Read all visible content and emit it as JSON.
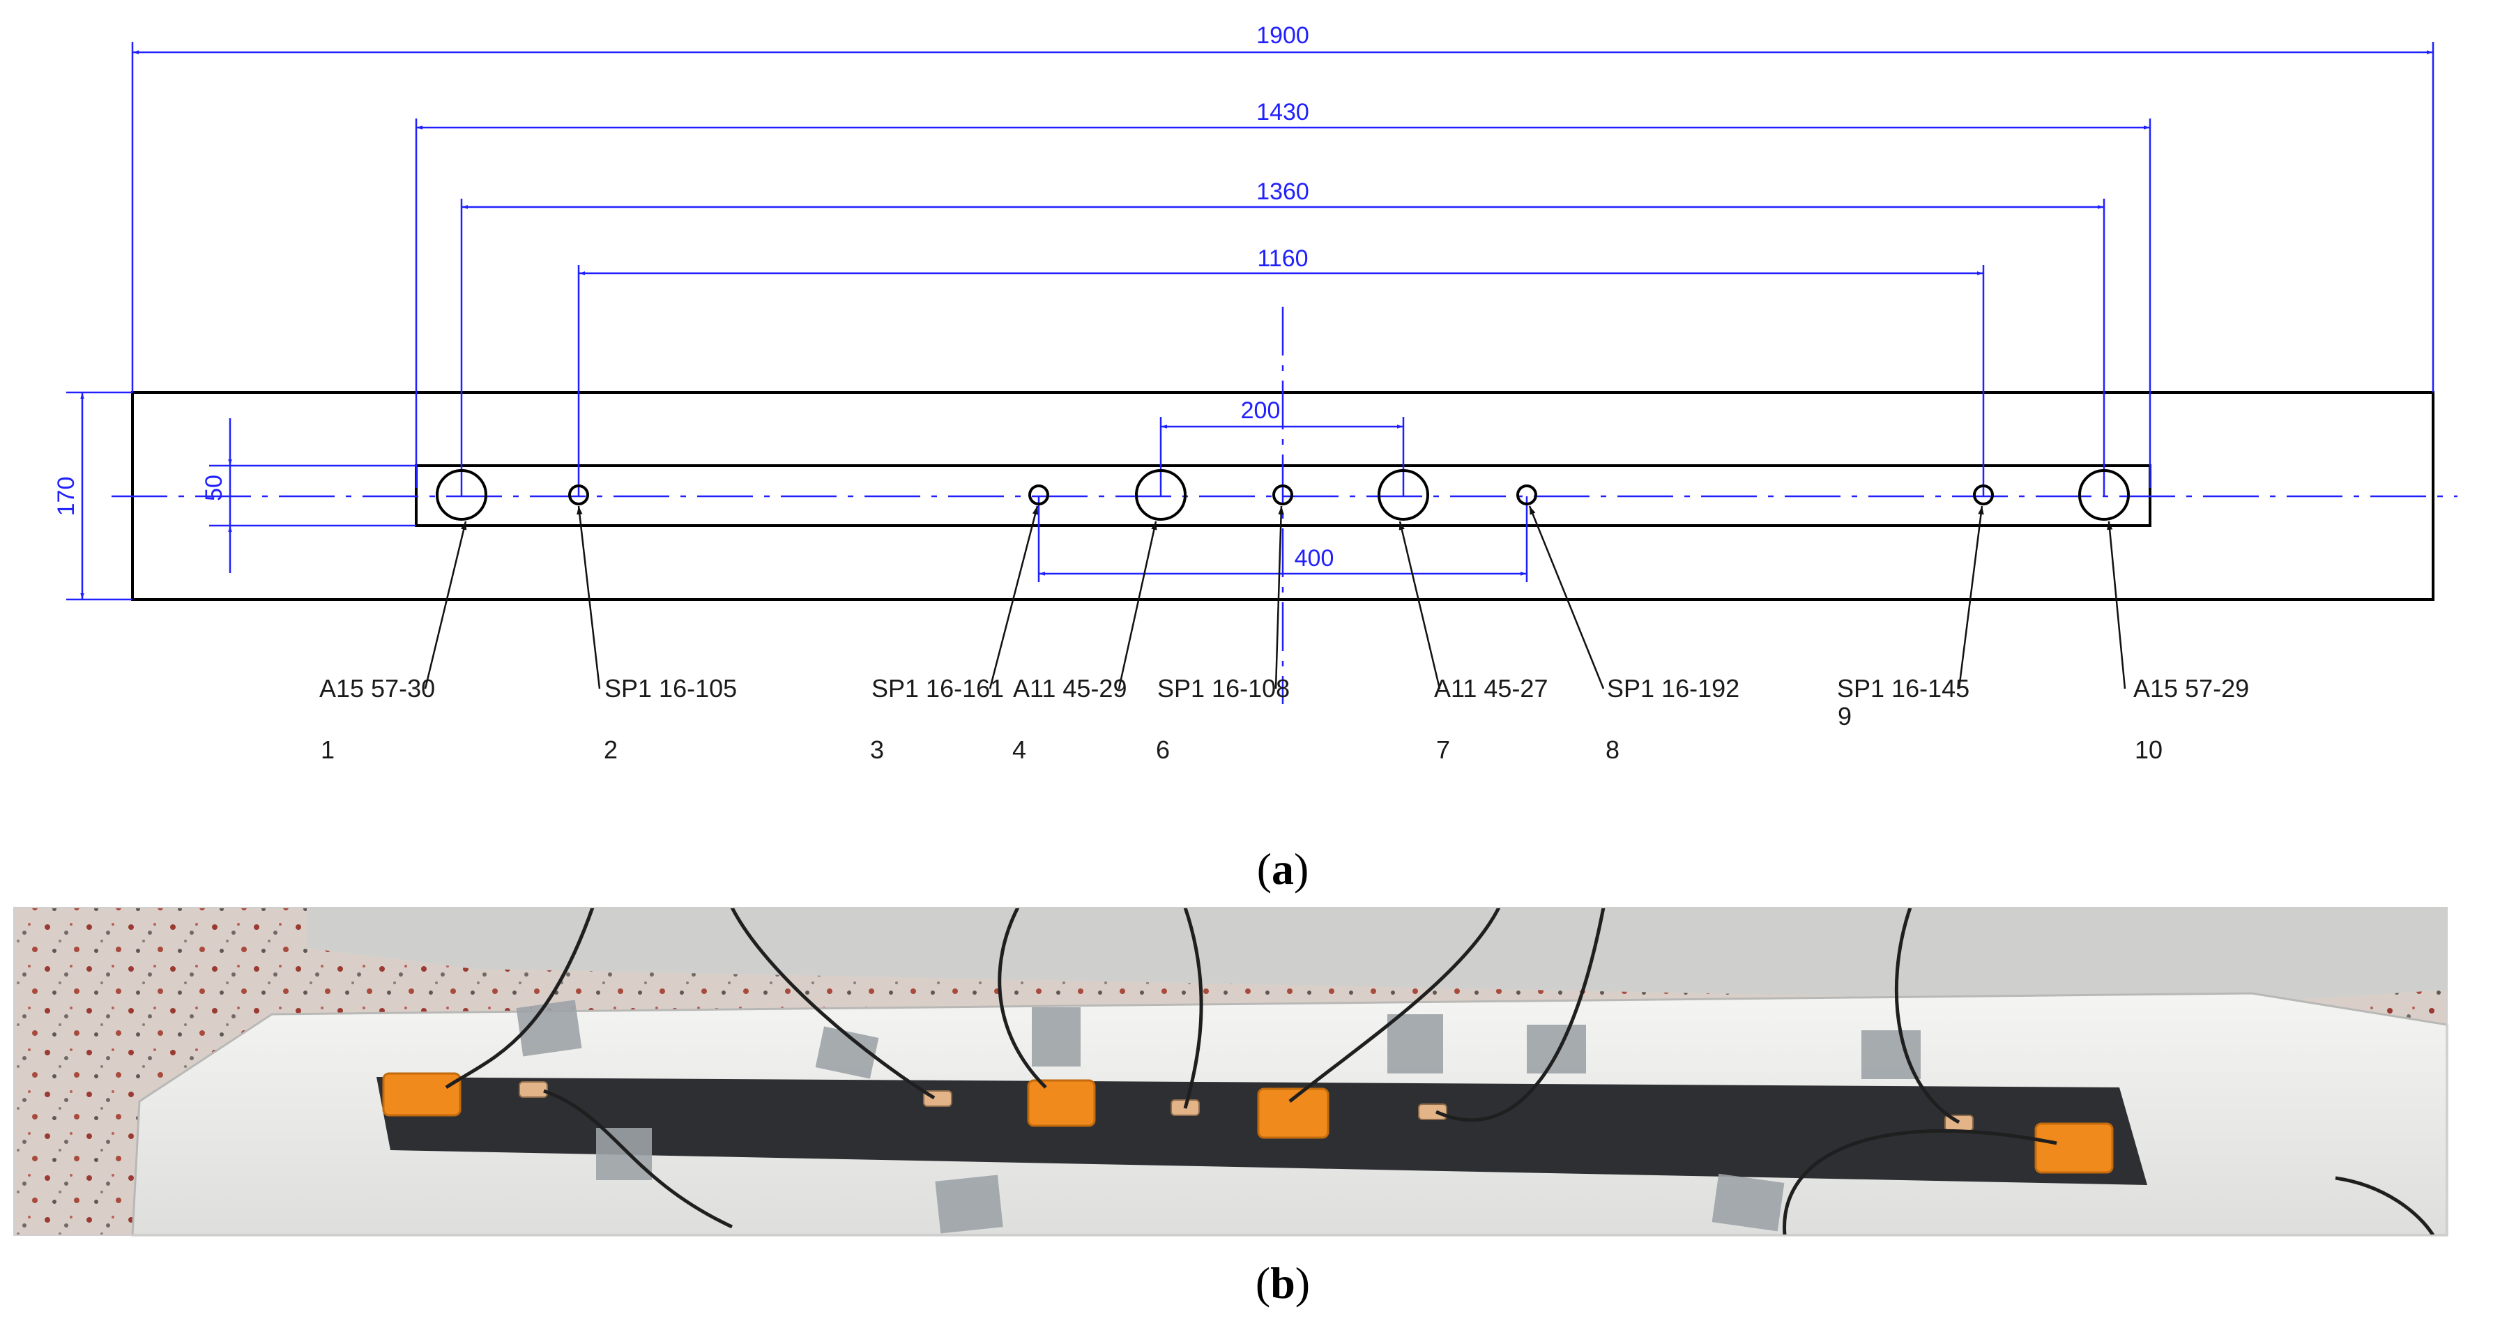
{
  "drawing": {
    "dimensions": {
      "overall": "1900",
      "d1430": "1430",
      "d1360": "1360",
      "d1160": "1160",
      "d200": "200",
      "d400": "400",
      "height": "170",
      "strip": "50"
    },
    "sensors": [
      {
        "label": "A15 57-30",
        "number": "1",
        "kind": "large"
      },
      {
        "label": "SP1 16-105",
        "number": "2",
        "kind": "small"
      },
      {
        "label": "SP1 16-161",
        "number": "3",
        "kind": "small"
      },
      {
        "label": "A11 45-29",
        "number": "4",
        "kind": "large"
      },
      {
        "label": "SP1 16-108",
        "number": "6",
        "kind": "small"
      },
      {
        "label": "A11 45-27",
        "number": "7",
        "kind": "large"
      },
      {
        "label": "SP1 16-192",
        "number": "8",
        "kind": "small"
      },
      {
        "label": "SP1 16-145",
        "number": "9",
        "kind": "small"
      },
      {
        "label": "A15 57-29",
        "number": "10",
        "kind": "large"
      }
    ],
    "colors": {
      "dimension": "#2020ff",
      "outline": "#000000"
    }
  },
  "captions": {
    "a_open": "(",
    "a_letter": "a",
    "a_close": ")",
    "b_open": "(",
    "b_letter": "b",
    "b_close": ")"
  }
}
